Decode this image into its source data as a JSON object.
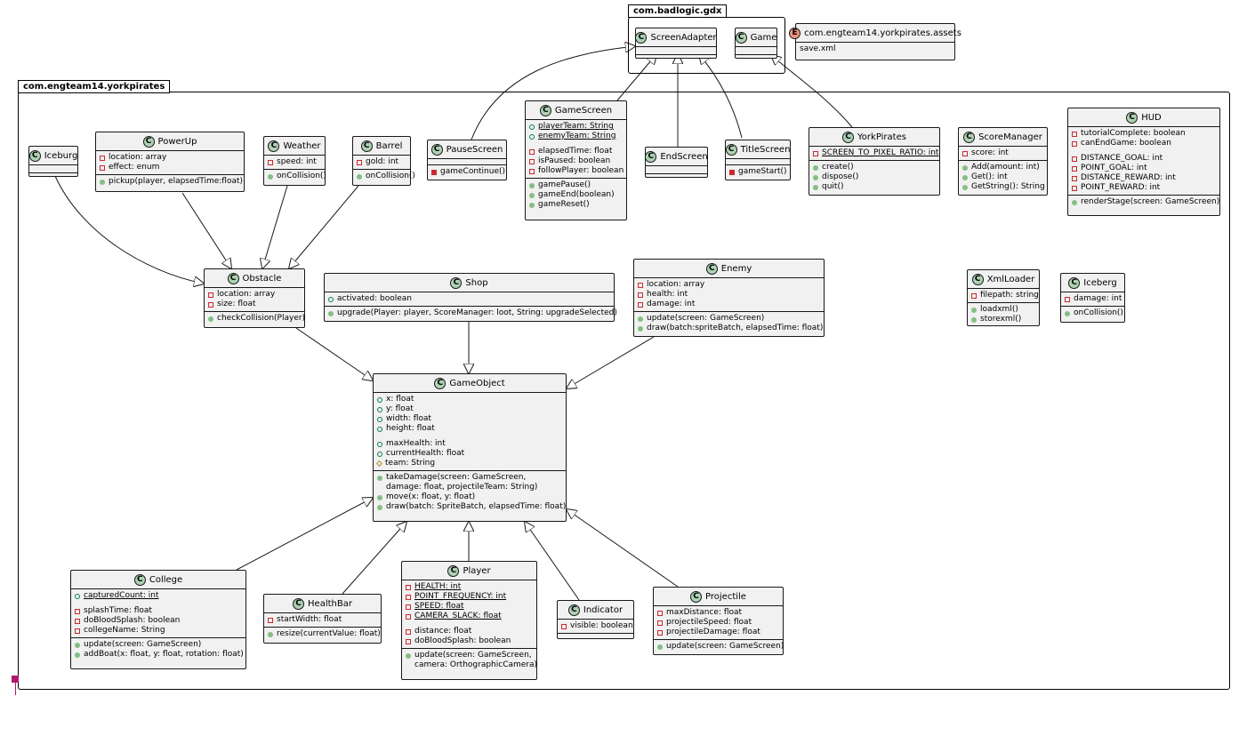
{
  "packages": {
    "gdx": "com.badlogic.gdx",
    "main": "com.engteam14.yorkpirates"
  },
  "classes": {
    "screen_adapter": {
      "name": "ScreenAdapter"
    },
    "game": {
      "name": "Game"
    },
    "assets": {
      "name": "com.engteam14.yorkpirates.assets",
      "fields": [
        "save.xml"
      ]
    },
    "iceburg": {
      "name": "Iceburg"
    },
    "powerup": {
      "name": "PowerUp",
      "fields": [
        "location: array",
        "effect: enum"
      ],
      "methods": [
        "pickup(player, elapsedTime:float)"
      ]
    },
    "weather": {
      "name": "Weather",
      "fields": [
        "speed: int"
      ],
      "methods": [
        "onCollision()"
      ]
    },
    "barrel": {
      "name": "Barrel",
      "fields": [
        "gold: int"
      ],
      "methods": [
        "onCollision()"
      ]
    },
    "pause_screen": {
      "name": "PauseScreen",
      "methods": [
        "gameContinue()"
      ]
    },
    "game_screen": {
      "name": "GameScreen",
      "fields": [
        "playerTeam: String",
        "enemyTeam: String",
        "elapsedTime: float",
        "isPaused: boolean",
        "followPlayer: boolean"
      ],
      "methods": [
        "gamePause()",
        "gameEnd(boolean)",
        "gameReset()"
      ]
    },
    "end_screen": {
      "name": "EndScreen"
    },
    "title_screen": {
      "name": "TitleScreen",
      "methods": [
        "gameStart()"
      ]
    },
    "york_pirates": {
      "name": "YorkPirates",
      "fields": [
        "SCREEN_TO_PIXEL_RATIO: int"
      ],
      "methods": [
        "create()",
        "dispose()",
        "quit()"
      ]
    },
    "score_manager": {
      "name": "ScoreManager",
      "fields": [
        "score: int"
      ],
      "methods": [
        "Add(amount: int)",
        "Get(): int",
        "GetString(): String"
      ]
    },
    "hud": {
      "name": "HUD",
      "fields": [
        "tutorialComplete: boolean",
        "canEndGame: boolean",
        "DISTANCE_GOAL: int",
        "POINT_GOAL: int",
        "DISTANCE_REWARD: int",
        "POINT_REWARD: int"
      ],
      "methods": [
        "renderStage(screen: GameScreen)"
      ]
    },
    "obstacle": {
      "name": "Obstacle",
      "fields": [
        "location: array",
        "size: float"
      ],
      "methods": [
        "checkCollision(Player)"
      ]
    },
    "shop": {
      "name": "Shop",
      "fields": [
        "activated: boolean"
      ],
      "methods": [
        "upgrade(Player: player, ScoreManager: loot, String: upgradeSelected)"
      ]
    },
    "enemy": {
      "name": "Enemy",
      "fields": [
        "location: array",
        "health: int",
        "damage: int"
      ],
      "methods": [
        "update(screen: GameScreen)",
        "draw(batch:spriteBatch, elapsedTime: float)"
      ]
    },
    "xml_loader": {
      "name": "XmlLoader",
      "fields": [
        "filepath: string"
      ],
      "methods": [
        "loadxml()",
        "storexml()"
      ]
    },
    "iceberg": {
      "name": "Iceberg",
      "fields": [
        "damage: int"
      ],
      "methods": [
        "onCollision()"
      ]
    },
    "game_object": {
      "name": "GameObject",
      "fields": [
        "x: float",
        "y: float",
        "width: float",
        "height: float",
        "maxHealth: int",
        "currentHealth: float",
        "team: String"
      ],
      "methods": [
        "takeDamage(screen: GameScreen,",
        "damage: float, projectileTeam: String)",
        "move(x: float, y: float)",
        "draw(batch: SpriteBatch, elapsedTime: float)"
      ]
    },
    "college": {
      "name": "College",
      "fields": [
        "capturedCount: int",
        "splashTime: float",
        "doBloodSplash: boolean",
        "collegeName: String"
      ],
      "methods": [
        "update(screen: GameScreen)",
        "addBoat(x: float, y: float, rotation: float)"
      ]
    },
    "health_bar": {
      "name": "HealthBar",
      "fields": [
        "startWidth: float"
      ],
      "methods": [
        "resize(currentValue: float)"
      ]
    },
    "player": {
      "name": "Player",
      "fields": [
        "HEALTH: int",
        "POINT_FREQUENCY: int",
        "SPEED: float",
        "CAMERA_SLACK: float",
        "distance: float",
        "doBloodSplash: boolean"
      ],
      "methods": [
        "update(screen: GameScreen,",
        "camera: OrthographicCamera)"
      ]
    },
    "indicator": {
      "name": "Indicator",
      "fields": [
        "visible: boolean"
      ]
    },
    "projectile": {
      "name": "Projectile",
      "fields": [
        "maxDistance: float",
        "projectileSpeed: float",
        "projectileDamage: float"
      ],
      "methods": [
        "update(screen: GameScreen)"
      ]
    }
  },
  "colors": {
    "class_fill": "#f1f1f1",
    "badge_class": "#add1b2",
    "badge_enum": "#eb937f",
    "private": "#c82930",
    "public": "#84be84",
    "protected": "#b38d22",
    "package": "#1963a0",
    "marker": "#b0196b"
  }
}
